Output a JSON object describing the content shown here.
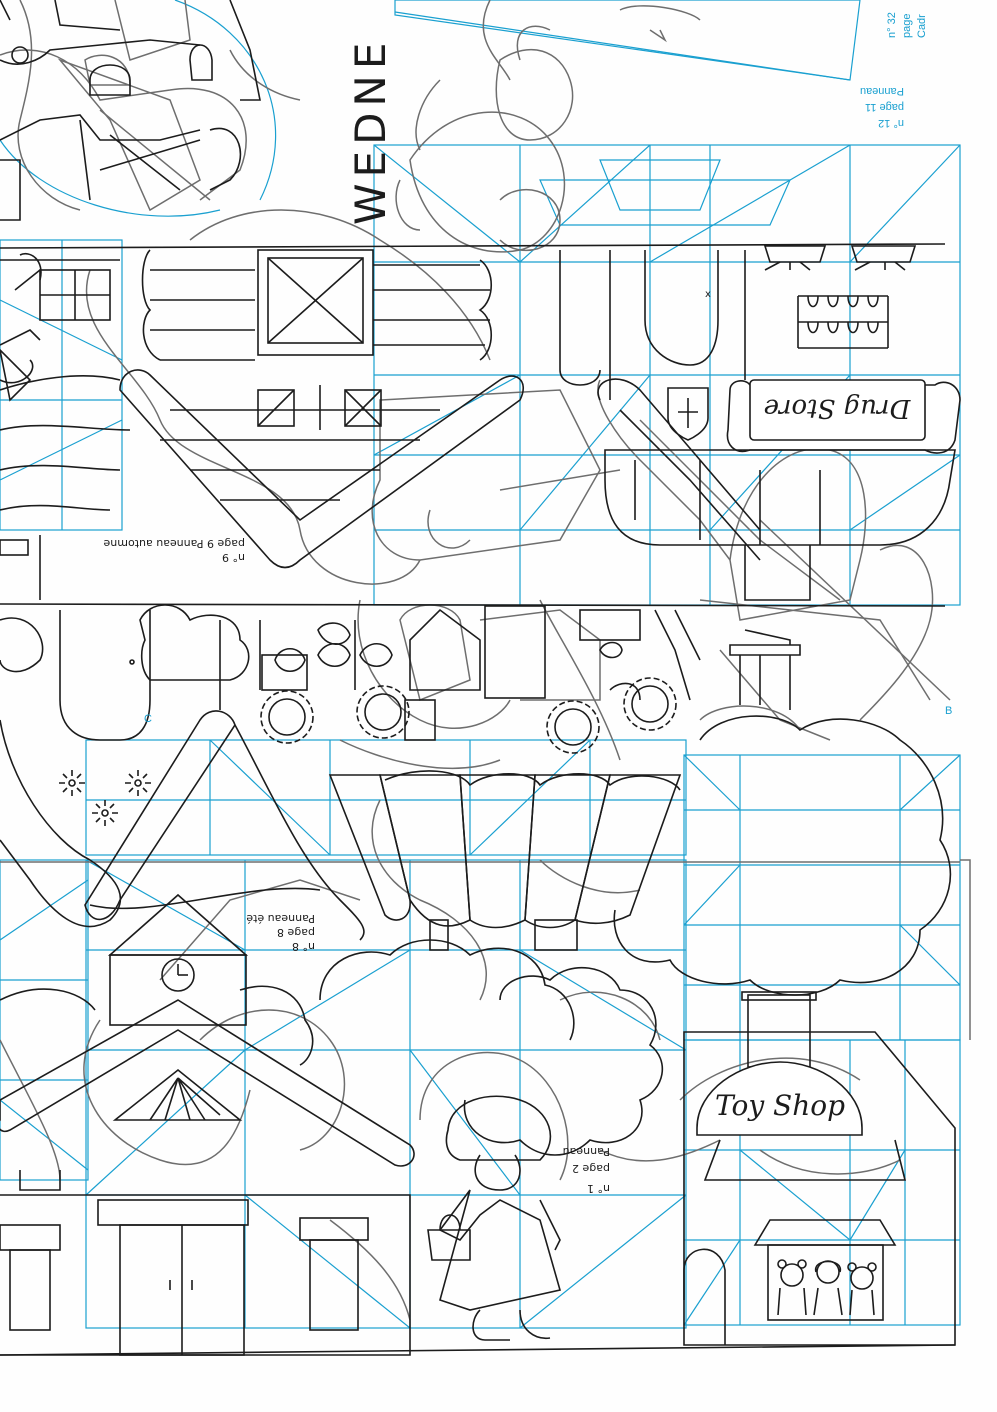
{
  "sheet": {
    "colors": {
      "paper": "#fefefe",
      "line_black": "#1c1c1c",
      "line_grey": "#6e6e6e",
      "line_blue": "#1aa0d0"
    },
    "word_fragment": "WEDNE",
    "signs": {
      "drug_store": "Drug Store",
      "toy_shop": "Toy Shop"
    },
    "panel_labels": [
      {
        "id": "n9",
        "number": "n° 9",
        "page": "page 9  Panneau automne",
        "color": "black"
      },
      {
        "id": "n8",
        "number": "n° 8",
        "page": "page 8",
        "title": "Panneau été",
        "color": "black"
      },
      {
        "id": "n1",
        "number": "n° 1",
        "page": "page 2",
        "title": "Panneau",
        "color": "black"
      },
      {
        "id": "n12",
        "number": "n° 12",
        "page": "page 11",
        "title": "Panneau",
        "color": "blue"
      },
      {
        "id": "n32",
        "number": "n° 32",
        "page": "page",
        "title": "Cadr",
        "color": "blue"
      }
    ],
    "registration_marks": {
      "small_x": "x",
      "letter_b": "B",
      "letter_c": "C"
    }
  }
}
